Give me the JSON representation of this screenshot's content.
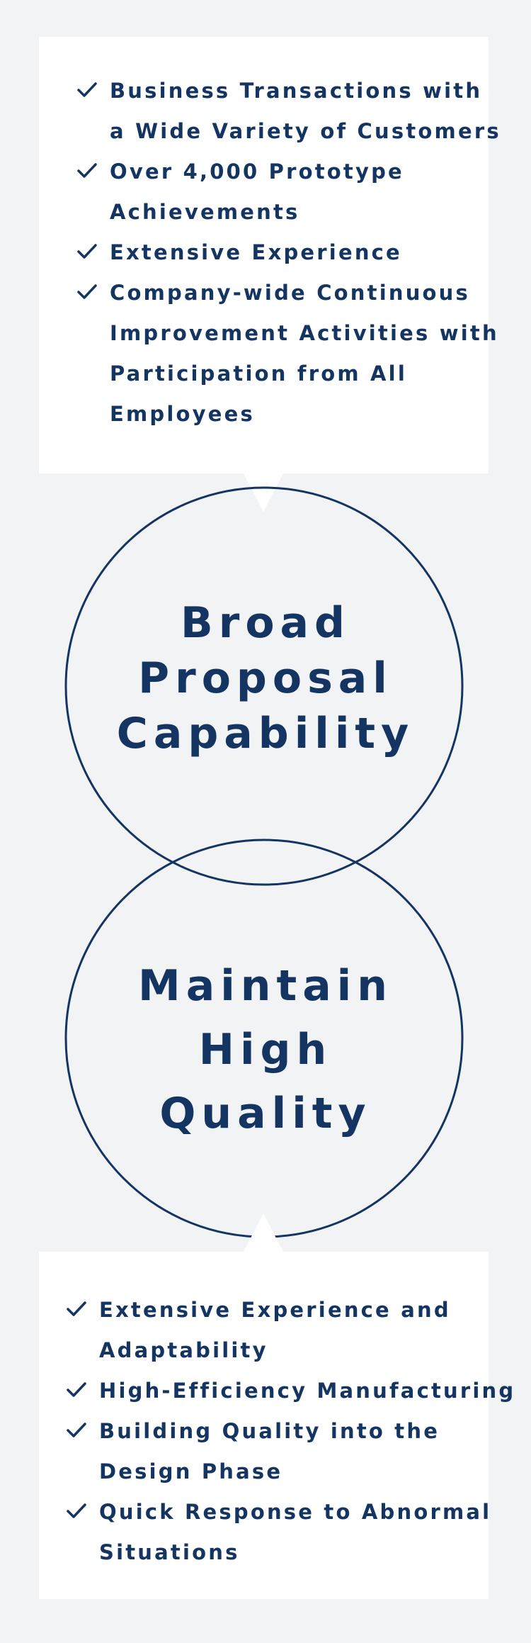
{
  "top_card": {
    "items": [
      {
        "lines": [
          "Business Transactions with",
          "a Wide Variety of Customers"
        ]
      },
      {
        "lines": [
          "Over 4,000 Prototype",
          "Achievements"
        ]
      },
      {
        "lines": [
          "Extensive Experience"
        ]
      },
      {
        "lines": [
          "Company-wide Continuous",
          "Improvement Activities with",
          "Participation from All",
          "Employees"
        ]
      }
    ]
  },
  "circle_top": {
    "lines": [
      "Broad",
      "Proposal",
      "Capability"
    ]
  },
  "circle_bottom": {
    "lines": [
      "Maintain",
      "High",
      "Quality"
    ]
  },
  "bottom_card": {
    "items": [
      {
        "lines": [
          "Extensive Experience and",
          "Adaptability"
        ]
      },
      {
        "lines": [
          "High-Efficiency Manufacturing"
        ]
      },
      {
        "lines": [
          "Building Quality into the",
          "Design Phase"
        ]
      },
      {
        "lines": [
          "Quick Response to Abnormal",
          "Situations"
        ]
      }
    ]
  },
  "colors": {
    "accent": "#143461",
    "background": "#f2f3f5",
    "card": "#ffffff"
  },
  "icons": {
    "list_marker": "checkmark-icon"
  }
}
